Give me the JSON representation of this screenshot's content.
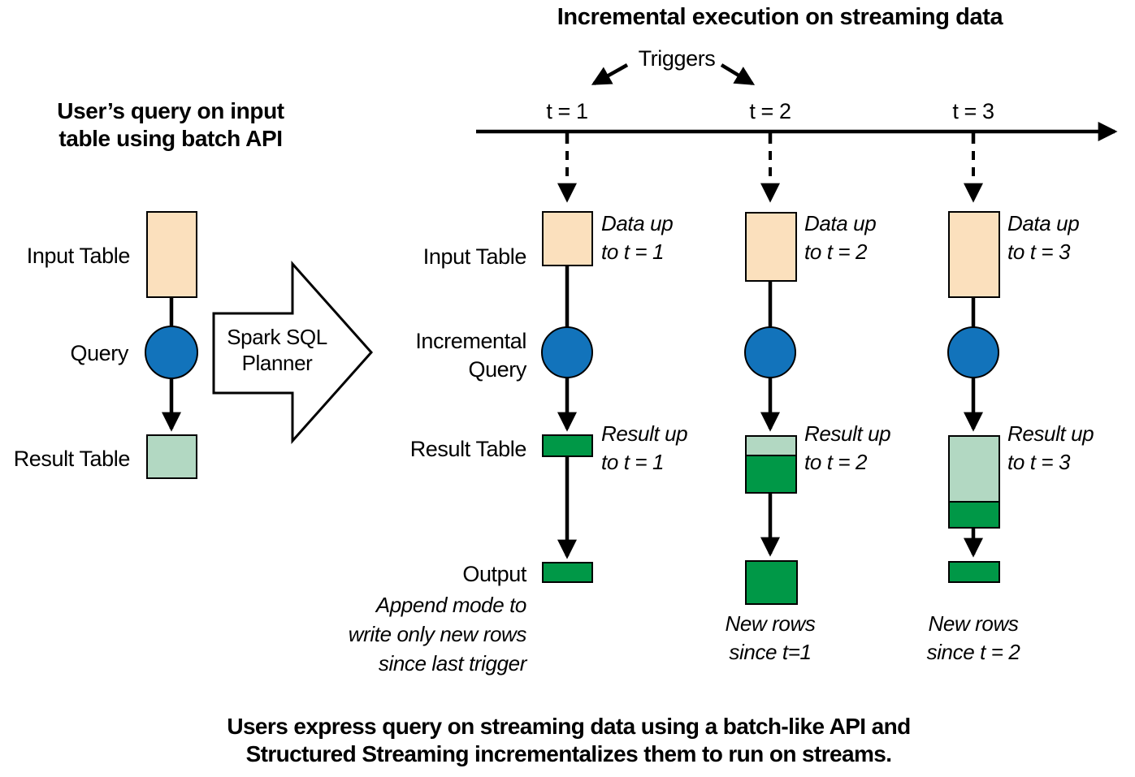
{
  "title": "Incremental execution on streaming data",
  "triggers_label": "Triggers",
  "timeline_ticks": [
    "t = 1",
    "t = 2",
    "t = 3"
  ],
  "batch_section": {
    "heading": [
      "User’s query on input",
      "table using batch API"
    ],
    "input_table_label": "Input Table",
    "query_label": "Query",
    "result_table_label": "Result Table"
  },
  "planner_arrow": {
    "label": [
      "Spark SQL",
      "Planner"
    ]
  },
  "stream_section": {
    "input_table_label": "Input Table",
    "incremental_query_label": [
      "Incremental",
      "Query"
    ],
    "result_table_label": "Result Table",
    "output_label": "Output",
    "append_mode_note": [
      "Append mode to",
      "write only new rows",
      "since last trigger"
    ]
  },
  "columns": [
    {
      "tick": "t = 1",
      "data_note": [
        "Data up",
        "to t = 1"
      ],
      "result_note": [
        "Result up",
        "to t = 1"
      ]
    },
    {
      "tick": "t = 2",
      "data_note": [
        "Data up",
        "to t = 2"
      ],
      "result_note": [
        "Result up",
        "to t = 2"
      ],
      "new_rows_note": [
        "New rows",
        "since t=1"
      ]
    },
    {
      "tick": "t = 3",
      "data_note": [
        "Data up",
        "to t = 3"
      ],
      "result_note": [
        "Result up",
        "to t = 3"
      ],
      "new_rows_note": [
        "New rows",
        "since t = 2"
      ]
    }
  ],
  "caption": [
    "Users express query on streaming data using a batch-like API and",
    "Structured Streaming incrementalizes them to run on streams."
  ],
  "colors": {
    "input_table_fill": "#fbe0bd",
    "query_fill": "#1273bb",
    "result_new_fill": "#009847",
    "result_old_fill": "#b2d8c2",
    "outline": "#000000"
  }
}
